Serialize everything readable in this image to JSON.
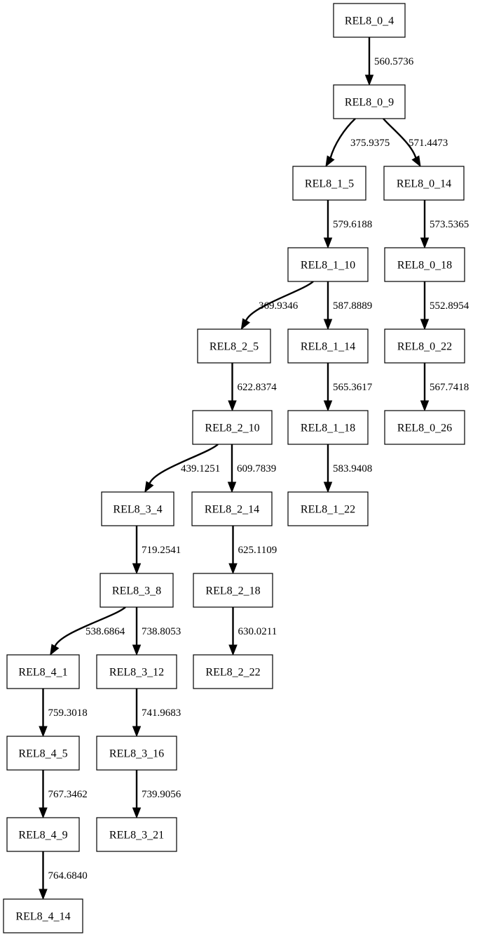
{
  "graph": {
    "title": "",
    "nodes": [
      {
        "id": "REL8_0_4",
        "label": "REL8_0_4"
      },
      {
        "id": "REL8_0_9",
        "label": "REL8_0_9"
      },
      {
        "id": "REL8_1_5",
        "label": "REL8_1_5"
      },
      {
        "id": "REL8_0_14",
        "label": "REL8_0_14"
      },
      {
        "id": "REL8_1_10",
        "label": "REL8_1_10"
      },
      {
        "id": "REL8_0_18",
        "label": "REL8_0_18"
      },
      {
        "id": "REL8_2_5",
        "label": "REL8_2_5"
      },
      {
        "id": "REL8_1_14",
        "label": "REL8_1_14"
      },
      {
        "id": "REL8_0_22",
        "label": "REL8_0_22"
      },
      {
        "id": "REL8_2_10",
        "label": "REL8_2_10"
      },
      {
        "id": "REL8_1_18",
        "label": "REL8_1_18"
      },
      {
        "id": "REL8_0_26",
        "label": "REL8_0_26"
      },
      {
        "id": "REL8_3_4",
        "label": "REL8_3_4"
      },
      {
        "id": "REL8_2_14",
        "label": "REL8_2_14"
      },
      {
        "id": "REL8_1_22",
        "label": "REL8_1_22"
      },
      {
        "id": "REL8_3_8",
        "label": "REL8_3_8"
      },
      {
        "id": "REL8_2_18",
        "label": "REL8_2_18"
      },
      {
        "id": "REL8_4_1",
        "label": "REL8_4_1"
      },
      {
        "id": "REL8_3_12",
        "label": "REL8_3_12"
      },
      {
        "id": "REL8_2_22",
        "label": "REL8_2_22"
      },
      {
        "id": "REL8_4_5",
        "label": "REL8_4_5"
      },
      {
        "id": "REL8_3_16",
        "label": "REL8_3_16"
      },
      {
        "id": "REL8_4_9",
        "label": "REL8_4_9"
      },
      {
        "id": "REL8_3_21",
        "label": "REL8_3_21"
      },
      {
        "id": "REL8_4_14",
        "label": "REL8_4_14"
      }
    ],
    "edges": [
      {
        "from": "REL8_0_4",
        "to": "REL8_0_9",
        "label": "560.5736"
      },
      {
        "from": "REL8_0_9",
        "to": "REL8_1_5",
        "label": "375.9375"
      },
      {
        "from": "REL8_0_9",
        "to": "REL8_0_14",
        "label": "571.4473"
      },
      {
        "from": "REL8_1_5",
        "to": "REL8_1_10",
        "label": "579.6188"
      },
      {
        "from": "REL8_0_14",
        "to": "REL8_0_18",
        "label": "573.5365"
      },
      {
        "from": "REL8_1_10",
        "to": "REL8_2_5",
        "label": "369.9346"
      },
      {
        "from": "REL8_1_10",
        "to": "REL8_1_14",
        "label": "587.8889"
      },
      {
        "from": "REL8_0_18",
        "to": "REL8_0_22",
        "label": "552.8954"
      },
      {
        "from": "REL8_2_5",
        "to": "REL8_2_10",
        "label": "622.8374"
      },
      {
        "from": "REL8_1_14",
        "to": "REL8_1_18",
        "label": "565.3617"
      },
      {
        "from": "REL8_0_22",
        "to": "REL8_0_26",
        "label": "567.7418"
      },
      {
        "from": "REL8_2_10",
        "to": "REL8_3_4",
        "label": "439.1251"
      },
      {
        "from": "REL8_2_10",
        "to": "REL8_2_14",
        "label": "609.7839"
      },
      {
        "from": "REL8_1_18",
        "to": "REL8_1_22",
        "label": "583.9408"
      },
      {
        "from": "REL8_3_4",
        "to": "REL8_3_8",
        "label": "719.2541"
      },
      {
        "from": "REL8_2_14",
        "to": "REL8_2_18",
        "label": "625.1109"
      },
      {
        "from": "REL8_3_8",
        "to": "REL8_4_1",
        "label": "538.6864"
      },
      {
        "from": "REL8_3_8",
        "to": "REL8_3_12",
        "label": "738.8053"
      },
      {
        "from": "REL8_2_18",
        "to": "REL8_2_22",
        "label": "630.0211"
      },
      {
        "from": "REL8_4_1",
        "to": "REL8_4_5",
        "label": "759.3018"
      },
      {
        "from": "REL8_3_12",
        "to": "REL8_3_16",
        "label": "741.9683"
      },
      {
        "from": "REL8_4_5",
        "to": "REL8_4_9",
        "label": "767.3462"
      },
      {
        "from": "REL8_3_16",
        "to": "REL8_3_21",
        "label": "739.9056"
      },
      {
        "from": "REL8_4_9",
        "to": "REL8_4_14",
        "label": "764.6840"
      }
    ]
  }
}
